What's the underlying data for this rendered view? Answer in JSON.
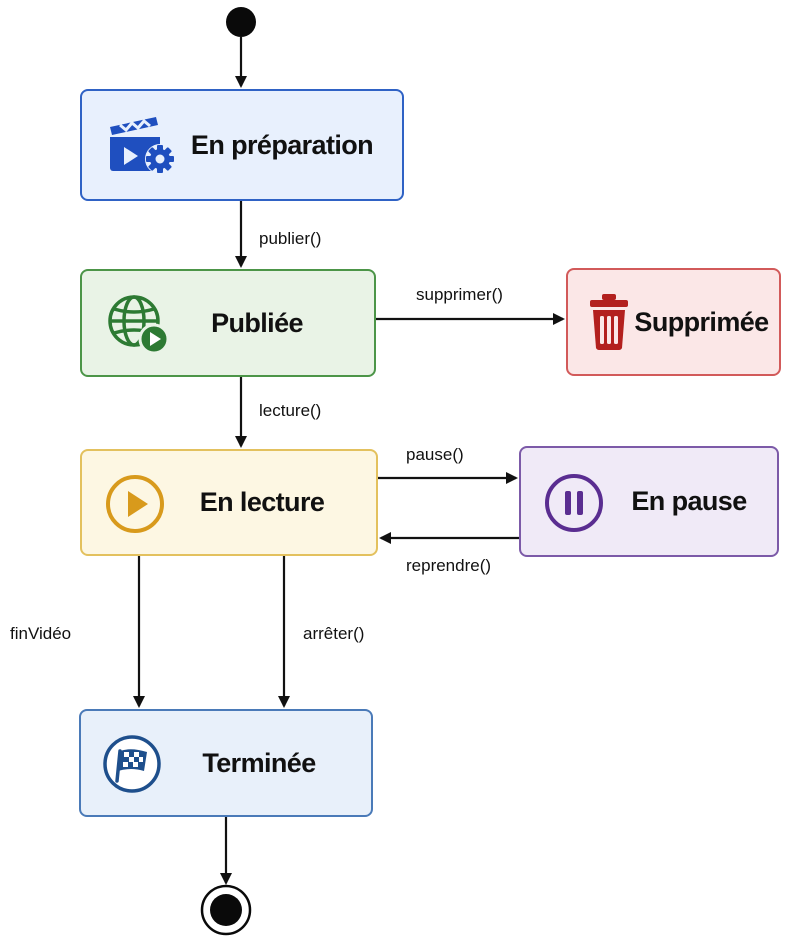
{
  "colors": {
    "preparation": {
      "fill": "#e8f0fd",
      "stroke": "#2f62c5",
      "icon": "#1f4fbf"
    },
    "publiee": {
      "fill": "#e9f3e6",
      "stroke": "#4c9548",
      "icon": "#2d7a33"
    },
    "supprimee": {
      "fill": "#fbe7e7",
      "stroke": "#d25a5a",
      "icon": "#b3201e"
    },
    "lecture": {
      "fill": "#fdf7e3",
      "stroke": "#e3c15e",
      "icon": "#d89a1c"
    },
    "pause": {
      "fill": "#f0eaf7",
      "stroke": "#7c5aa8",
      "icon": "#5a2d91"
    },
    "terminee": {
      "fill": "#e8f0fa",
      "stroke": "#4a7ab8",
      "icon": "#1e4f8c"
    },
    "edge": "#111111"
  },
  "states": {
    "preparation": {
      "label": "En préparation",
      "icon": "clapperboard-gear-icon"
    },
    "publiee": {
      "label": "Publiée",
      "icon": "globe-play-icon"
    },
    "supprimee": {
      "label": "Supprimée",
      "icon": "trash-icon"
    },
    "lecture": {
      "label": "En lecture",
      "icon": "play-circle-icon"
    },
    "pause": {
      "label": "En pause",
      "icon": "pause-circle-icon"
    },
    "terminee": {
      "label": "Terminée",
      "icon": "checkered-flag-icon"
    }
  },
  "transitions": {
    "publier": "publier()",
    "supprimer": "supprimer()",
    "lecture": "lecture()",
    "pause": "pause()",
    "reprendre": "reprendre()",
    "fin_video": "finVidéo",
    "arreter": "arrêter()"
  }
}
